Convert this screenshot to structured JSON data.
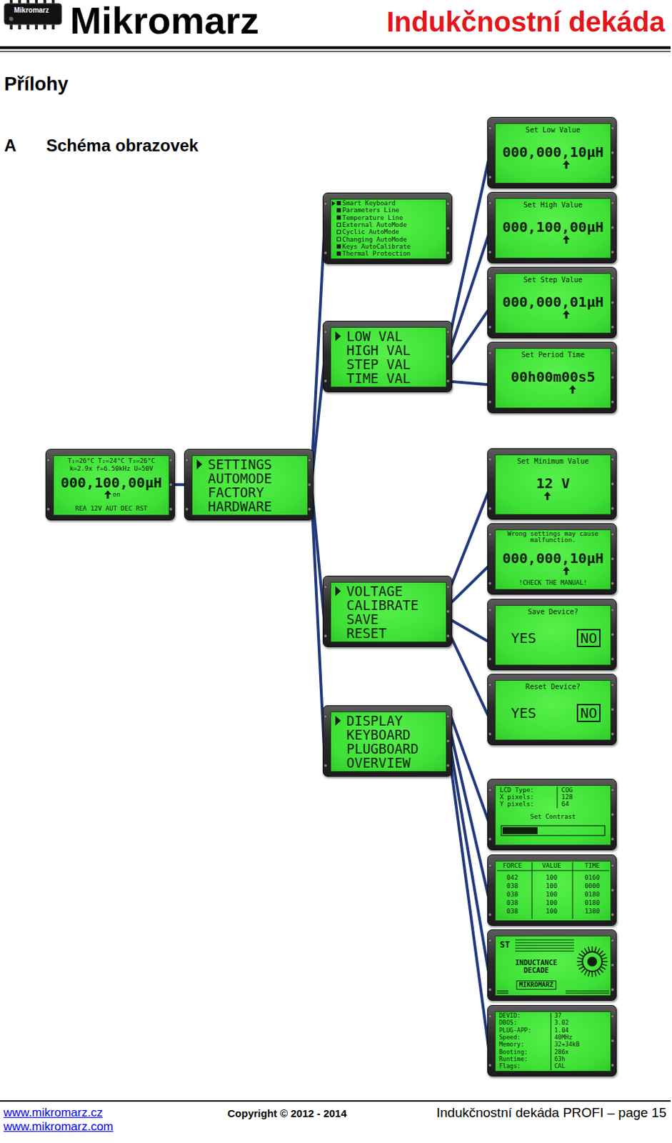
{
  "diagram": {
    "nodes": [
      {
        "text": [
          "T₁=26°C T₂=24°C T₃=26°C",
          "k=2.9x f=6.50kHz U=50V",
          "000,100,00µH",
          "on",
          "REA 12V AUT DEC RST"
        ]
      },
      {
        "text": [
          "SETTINGS",
          "AUTOMODE",
          "FACTORY",
          "HARDWARE"
        ]
      },
      {
        "text": [
          "Smart Keyboard",
          "Parameters Line",
          "Temperature Line",
          "External AutoMode",
          "Cyclic AutoMode",
          "Changing AutoMode",
          "Keys AutoCalibrate",
          "Thermal Protection"
        ]
      },
      {
        "text": [
          "LOW VAL",
          "HIGH VAL",
          "STEP VAL",
          "TIME VAL"
        ]
      },
      {
        "text": [
          "Set Low Value",
          "000,000,10µH"
        ]
      },
      {
        "text": [
          "Set High Value",
          "000,100,00µH"
        ]
      },
      {
        "text": [
          "Set Step Value",
          "000,000,01µH"
        ]
      },
      {
        "text": [
          "Set Period Time",
          "00h00m00s5"
        ]
      },
      {
        "text": [
          "VOLTAGE",
          "CALIBRATE",
          "SAVE",
          "RESET"
        ]
      },
      {
        "text": [
          "Set Minimum Value",
          "12 V"
        ]
      },
      {
        "text": [
          "Wrong settings may cause malfunction.",
          "000,000,10µH",
          "!CHECK THE MANUAL!"
        ]
      },
      {
        "text": [
          "Save Device?",
          "YES",
          "NO"
        ]
      },
      {
        "text": [
          "Reset Device?",
          "YES",
          "NO"
        ]
      },
      {
        "text": [
          "DISPLAY",
          "KEYBOARD",
          "PLUGBOARD",
          "OVERVIEW"
        ]
      },
      {
        "text": [
          "LCD Type:",
          "COG",
          "X pixels:",
          "128",
          "Y pixels:",
          "64",
          "Set Contrast"
        ]
      },
      {
        "text": [
          "FORCE",
          "VALUE",
          "TIME",
          "042",
          "100",
          "0160",
          "038",
          "100",
          "0000",
          "038",
          "100",
          "0180",
          "038",
          "100",
          "0180",
          "038",
          "100",
          "1380"
        ]
      },
      {
        "text": [
          "ST",
          "INDUCTANCE DECADE",
          "MIKROMARZ"
        ]
      },
      {
        "text": [
          "DEVID:",
          "37",
          "DBOS:",
          "3.02",
          "PLUG-APP:",
          "1.04",
          "Speed:",
          "40MHz",
          "Memory:",
          "32+34kB",
          "Booting:",
          "286x",
          "Runtime:",
          "63h",
          "Flags:",
          "CAL"
        ]
      }
    ],
    "edges": [
      {
        "from": 0,
        "to": 1,
        "arrow": "none"
      },
      {
        "from": 1,
        "to": 2,
        "arrow": "none"
      },
      {
        "from": 1,
        "to": 3,
        "arrow": "none"
      },
      {
        "from": 1,
        "to": 8,
        "arrow": "none"
      },
      {
        "from": 1,
        "to": 13,
        "arrow": "none"
      },
      {
        "from": 3,
        "to": 4,
        "arrow": "none"
      },
      {
        "from": 3,
        "to": 5,
        "arrow": "none"
      },
      {
        "from": 3,
        "to": 6,
        "arrow": "none"
      },
      {
        "from": 3,
        "to": 7,
        "arrow": "none"
      },
      {
        "from": 8,
        "to": 9,
        "arrow": "none"
      },
      {
        "from": 8,
        "to": 10,
        "arrow": "none"
      },
      {
        "from": 8,
        "to": 11,
        "arrow": "none"
      },
      {
        "from": 8,
        "to": 12,
        "arrow": "none"
      },
      {
        "from": 13,
        "to": 14,
        "arrow": "none"
      },
      {
        "from": 13,
        "to": 15,
        "arrow": "none"
      },
      {
        "from": 13,
        "to": 16,
        "arrow": "none"
      },
      {
        "from": 13,
        "to": 17,
        "arrow": "none"
      }
    ],
    "labels": [
      "Mikromarz",
      "Mikromarz",
      "Indukčnostní dekáda",
      "Přílohy",
      "A",
      "Schéma obrazovek",
      "www.mikromarz.cz",
      "Copyright © 2012 - 2014",
      "Indukčnostní dekáda PROFI – page 15",
      "www.mikromarz.com"
    ]
  }
}
